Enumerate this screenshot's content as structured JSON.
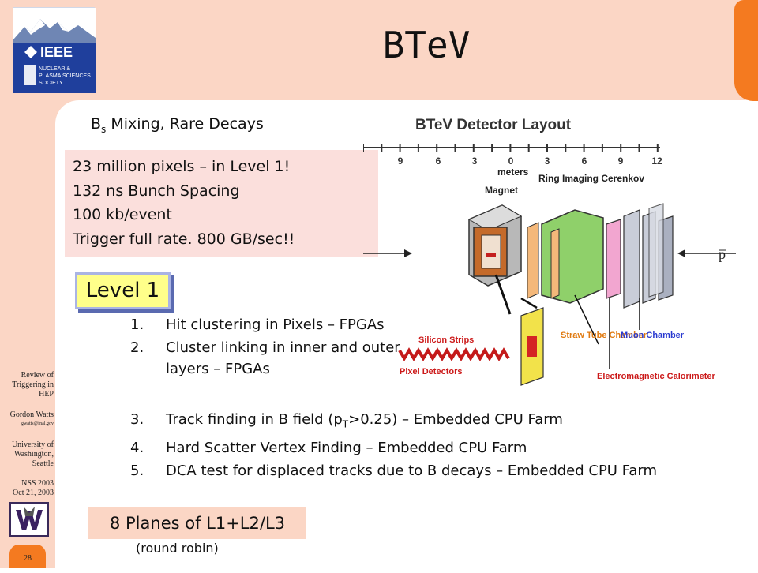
{
  "slide": {
    "title": "BTeV",
    "subheading_main": "B",
    "subheading_sub": "s",
    "subheading_rest": " Mixing, Rare Decays",
    "info_lines": [
      "23 million pixels – in Level 1!",
      "132 ns Bunch Spacing",
      "100 kb/event",
      "Trigger full rate. 800 GB/sec!!"
    ],
    "level_label": "Level 1",
    "steps_a": [
      {
        "num": "1.",
        "text": "Hit clustering in Pixels – FPGAs"
      },
      {
        "num": "2.",
        "text": "Cluster linking in inner and outer layers – FPGAs"
      }
    ],
    "step3": {
      "num": "3.",
      "pre": "Track finding in B field (p",
      "sub": "T",
      "post": ">0.25) – Embedded CPU Farm"
    },
    "steps_b": [
      {
        "num": "4.",
        "text": "Hard Scatter Vertex Finding – Embedded CPU Farm"
      },
      {
        "num": "5.",
        "text": "DCA test for displaced tracks due to B decays – Embedded CPU Farm"
      }
    ],
    "planes_label": "8 Planes of L1+L2/L3",
    "round_robin": "(round robin)"
  },
  "detector": {
    "title": "BTeV Detector Layout",
    "ticks": [
      "9",
      "6",
      "3",
      "0",
      "3",
      "6",
      "9",
      "12"
    ],
    "units": "meters",
    "labels": {
      "magnet": "Magnet",
      "rich": "Ring Imaging Cerenkov",
      "silicon": "Silicon Strips",
      "pixel": "Pixel Detectors",
      "straw": "Straw Tube Chamber",
      "muon": "Muon Chamber",
      "ecal": "Electromagnetic Calorimeter",
      "pbar": "p̅"
    }
  },
  "sidebar": {
    "review": "Review of Triggering in HEP",
    "author": "Gordon Watts",
    "email": "gwatts@fnal.gov",
    "affiliation": "University of Washington, Seattle",
    "conference": "NSS 2003",
    "date": "Oct 21, 2003",
    "page": "28"
  },
  "logo": {
    "line1": "IEEE",
    "line2": "NUCLEAR &",
    "line3": "PLASMA SCIENCES",
    "line4": "SOCIETY"
  },
  "colors": {
    "band": "#fbd6c5",
    "accent": "#f47a20",
    "level_fill": "#ffff8a",
    "label_red": "#cc1a1a",
    "label_blue": "#2a3ad0"
  }
}
